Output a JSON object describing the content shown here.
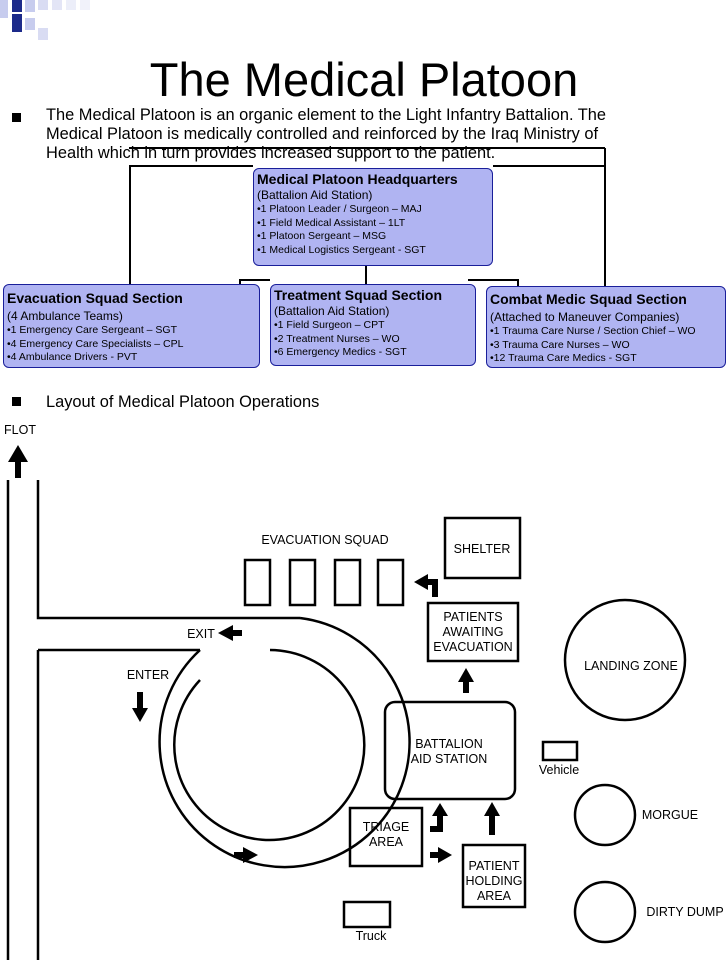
{
  "slide": {
    "title": "The Medical Platoon",
    "intro_lines": [
      "The Medical Platoon is an organic element to the Light Infantry Battalion. The",
      "Medical Platoon is medically controlled and reinforced by the Iraq Ministry of",
      "Health which in turn provides increased support to the patient."
    ],
    "layout_heading": "Layout of Medical Platoon Operations"
  },
  "org_chart": {
    "headquarters": {
      "title": "Medical Platoon Headquarters",
      "subtitle": "(Battalion Aid Station)",
      "items": [
        "•1 Platoon Leader / Surgeon – MAJ",
        "•1 Field Medical Assistant – 1LT",
        "•1 Platoon Sergeant – MSG",
        "•1 Medical Logistics Sergeant - SGT"
      ]
    },
    "evacuation": {
      "title": "Evacuation Squad Section",
      "subtitle": "(4 Ambulance Teams)",
      "items": [
        "•1 Emergency Care Sergeant – SGT",
        "•4 Emergency Care Specialists – CPL",
        "•4 Ambulance Drivers - PVT"
      ]
    },
    "treatment": {
      "title": "Treatment Squad Section",
      "subtitle": "(Battalion Aid Station)",
      "items": [
        "•1 Field Surgeon – CPT",
        "•2 Treatment Nurses – WO",
        "•6 Emergency Medics - SGT"
      ]
    },
    "combat_medic": {
      "title": "Combat Medic Squad Section",
      "subtitle": "(Attached to Maneuver Companies)",
      "items": [
        "•1 Trauma Care Nurse / Section Chief – WO",
        "•3 Trauma Care Nurses – WO",
        "•12 Trauma Care Medics - SGT"
      ]
    }
  },
  "layout_map": {
    "flot": "FLOT",
    "evacuation_squad": "EVACUATION SQUAD",
    "shelter": "SHELTER",
    "patients_awaiting": [
      "PATIENTS",
      "AWAITING",
      "EVACUATION"
    ],
    "exit": "EXIT",
    "enter": "ENTER",
    "landing_zone": "LANDING ZONE",
    "battalion_aid": [
      "BATTALION",
      "AID STATION"
    ],
    "vehicle": "Vehicle",
    "morgue": "MORGUE",
    "triage": [
      "TRIAGE",
      "AREA"
    ],
    "patient_holding": [
      "PATIENT",
      "HOLDING",
      "AREA"
    ],
    "dirty_dump": "DIRTY DUMP",
    "truck": "Truck"
  },
  "colors": {
    "box_fill": "#b0b4f2",
    "box_border": "#1a1f9a",
    "deco_navy": "#1c2a8a",
    "deco_light": "#c7ccee"
  }
}
